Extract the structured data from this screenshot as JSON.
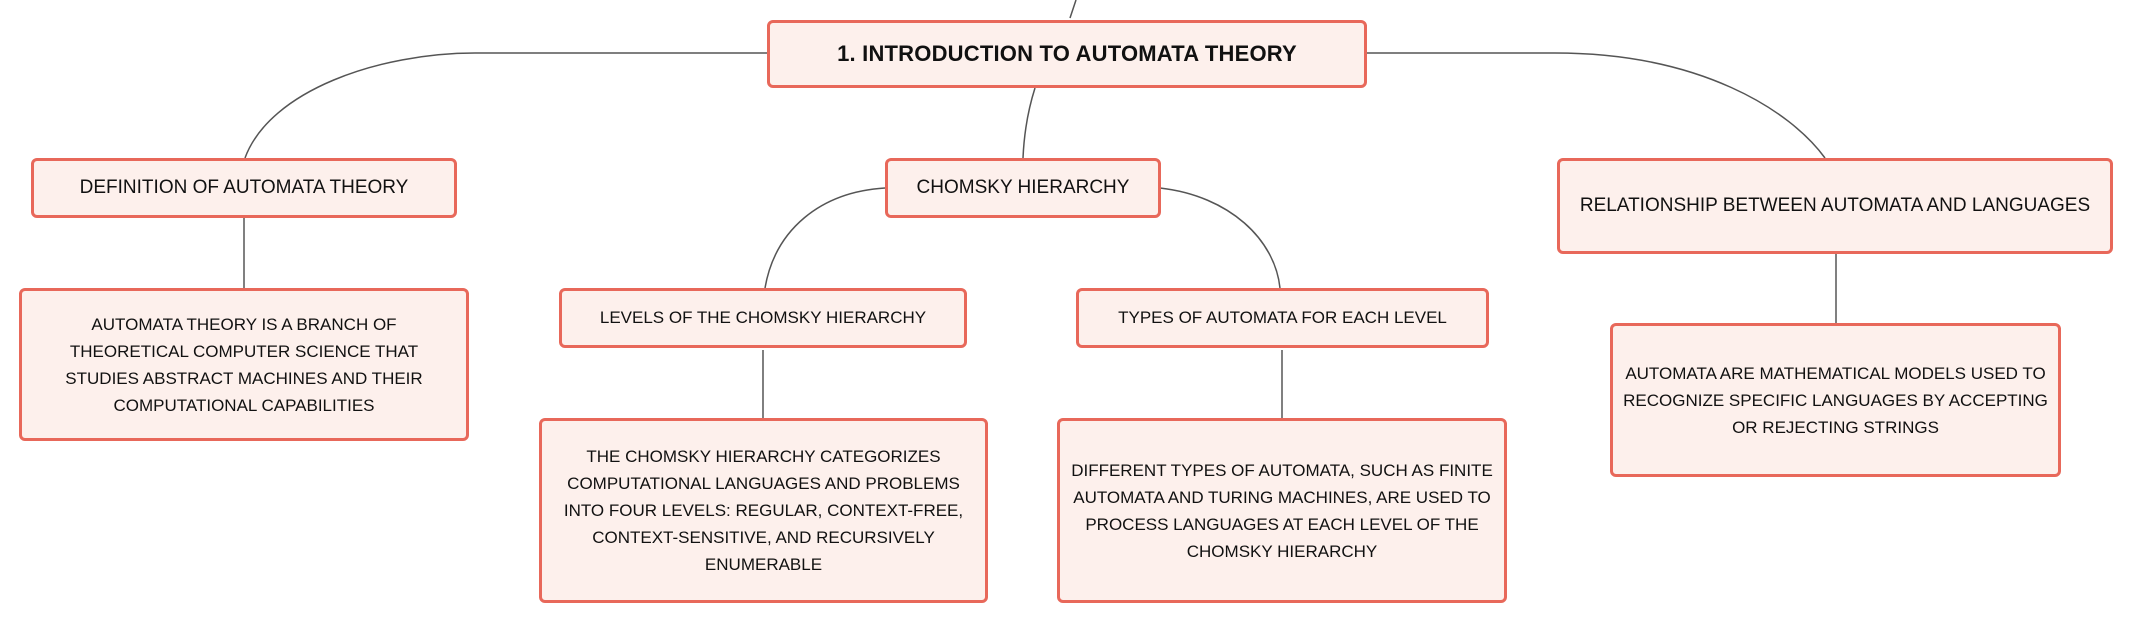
{
  "colors": {
    "node_fill": "#fdf0ec",
    "node_border": "#e8685a",
    "connector": "#555555",
    "text": "#111111"
  },
  "map": {
    "root": {
      "text": "1. INTRODUCTION TO AUTOMATA THEORY"
    },
    "definition": {
      "title": "DEFINITION OF AUTOMATA THEORY",
      "detail": "AUTOMATA THEORY IS A BRANCH OF THEORETICAL COMPUTER SCIENCE THAT STUDIES ABSTRACT MACHINES AND THEIR COMPUTATIONAL CAPABILITIES"
    },
    "chomsky": {
      "title": "CHOMSKY HIERARCHY",
      "levels": {
        "title": "LEVELS OF THE CHOMSKY HIERARCHY",
        "detail": "THE CHOMSKY HIERARCHY CATEGORIZES COMPUTATIONAL LANGUAGES AND PROBLEMS INTO FOUR LEVELS: REGULAR, CONTEXT-FREE, CONTEXT-SENSITIVE, AND RECURSIVELY ENUMERABLE"
      },
      "types": {
        "title": "TYPES OF AUTOMATA FOR EACH LEVEL",
        "detail": "DIFFERENT TYPES OF AUTOMATA, SUCH AS FINITE AUTOMATA AND TURING MACHINES, ARE USED TO PROCESS LANGUAGES AT EACH LEVEL OF THE CHOMSKY HIERARCHY"
      }
    },
    "relationship": {
      "title": "RELATIONSHIP BETWEEN AUTOMATA AND LANGUAGES",
      "detail": "AUTOMATA ARE MATHEMATICAL MODELS USED TO RECOGNIZE SPECIFIC LANGUAGES BY ACCEPTING OR REJECTING STRINGS"
    }
  }
}
